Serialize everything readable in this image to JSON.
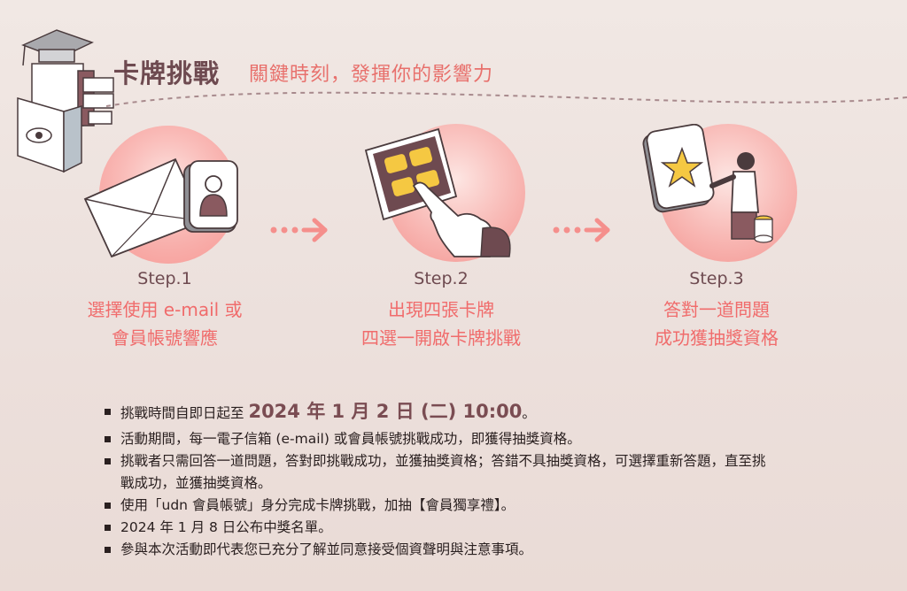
{
  "header": {
    "title": "卡牌挑戰",
    "subtitle": "關鍵時刻，發揮你的影響力"
  },
  "steps": [
    {
      "label": "Step.1",
      "line1": "選擇使用 e-mail 或",
      "line2": "會員帳號響應",
      "icon": "envelope-user-icon"
    },
    {
      "label": "Step.2",
      "line1": "出現四張卡牌",
      "line2": "四選一開啟卡牌挑戰",
      "icon": "tap-cards-icon"
    },
    {
      "label": "Step.3",
      "line1": "答對一道問題",
      "line2": "成功獲抽獎資格",
      "icon": "star-prize-icon"
    }
  ],
  "rules": {
    "r1_prefix": "挑戰時間自即日起至",
    "r1_highlight": "2024 年 1 月 2 日 (二) 10:00",
    "r1_suffix": "。",
    "r2": "活動期間，每一電子信箱 (e-mail) 或會員帳號挑戰成功，即獲得抽獎資格。",
    "r3": "挑戰者只需回答一道問題，答對即挑戰成功，並獲抽獎資格；答錯不具抽獎資格，可選擇重新答題，直至挑戰成功，並獲抽獎資格。",
    "r4": "使用「udn 會員帳號」身分完成卡牌挑戰，加抽【會員獨享禮】。",
    "r5": "2024 年 1 月 8 日公布中獎名單。",
    "r6": "參與本次活動即代表您已充分了解並同意接受個資聲明與注意事項。"
  },
  "colors": {
    "accent": "#f06c6c",
    "title": "#6e4a50",
    "circle": "#f9a3a0",
    "arrow": "#f58f8c"
  }
}
